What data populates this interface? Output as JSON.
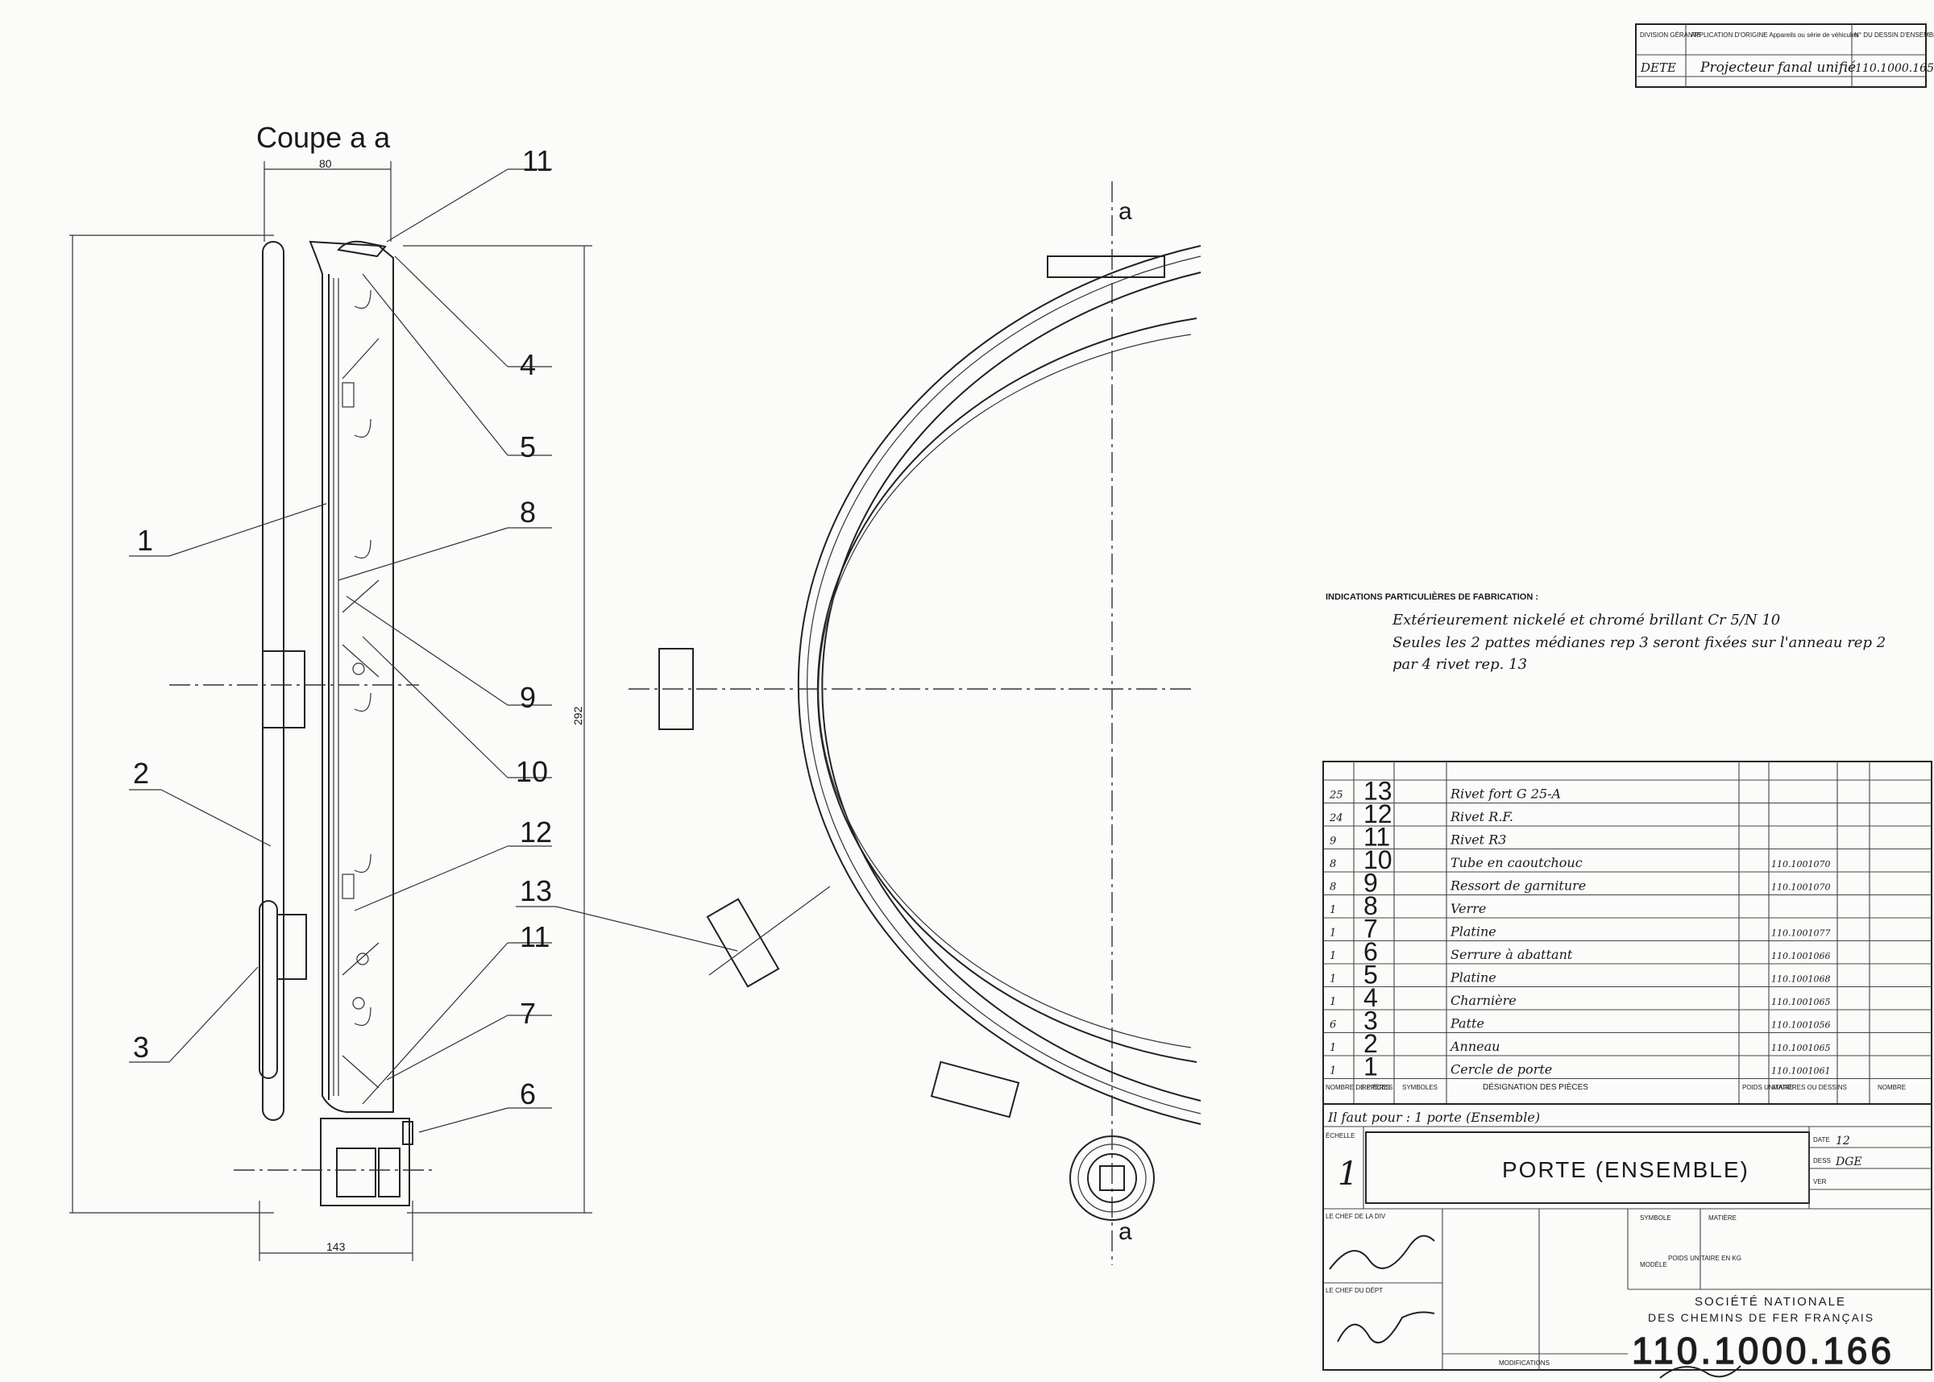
{
  "section": {
    "title": "Coupe a a",
    "dim_top": "80",
    "dim_height": "292",
    "dim_bottom": "143",
    "callouts": [
      "1",
      "2",
      "3",
      "4",
      "5",
      "6",
      "7",
      "8",
      "9",
      "10",
      "11",
      "11",
      "12",
      "13"
    ]
  },
  "front_view": {
    "axis_top": "a",
    "axis_bottom": "a"
  },
  "notes": {
    "heading": "INDICATIONS PARTICULIÈRES DE FABRICATION :",
    "lines": [
      "Extérieurement nickelé et chromé brillant Cr 5/N 10",
      "Seules les 2 pattes médianes rep 3 seront fixées sur l'anneau rep 2",
      "par 4 rivet rep. 13"
    ]
  },
  "title_block_top": {
    "headers": [
      "DIVISION GÉRANTE",
      "APPLICATION D'ORIGINE Appareils ou série de véhicules",
      "N° DU DESSIN D'ENSEMBLE"
    ],
    "values": [
      "DETE",
      "Projecteur fanal unifié",
      "110.1000.165"
    ]
  },
  "parts_list": {
    "rows": [
      {
        "qty": "25",
        "rep": "13",
        "sym": "",
        "designation": "Rivet fort G 25-A",
        "ref": ""
      },
      {
        "qty": "24",
        "rep": "12",
        "sym": "",
        "designation": "Rivet R.F.",
        "ref": ""
      },
      {
        "qty": "9",
        "rep": "11",
        "sym": "",
        "designation": "Rivet R3",
        "ref": ""
      },
      {
        "qty": "8",
        "rep": "10",
        "sym": "",
        "designation": "Tube en caoutchouc",
        "ref": "110.1001070"
      },
      {
        "qty": "8",
        "rep": "9",
        "sym": "",
        "designation": "Ressort de garniture",
        "ref": "110.1001070"
      },
      {
        "qty": "1",
        "rep": "8",
        "sym": "",
        "designation": "Verre",
        "ref": ""
      },
      {
        "qty": "1",
        "rep": "7",
        "sym": "",
        "designation": "Platine",
        "ref": "110.1001077"
      },
      {
        "qty": "1",
        "rep": "6",
        "sym": "",
        "designation": "Serrure à abattant",
        "ref": "110.1001066"
      },
      {
        "qty": "1",
        "rep": "5",
        "sym": "",
        "designation": "Platine",
        "ref": "110.1001068"
      },
      {
        "qty": "1",
        "rep": "4",
        "sym": "",
        "designation": "Charnière",
        "ref": "110.1001065"
      },
      {
        "qty": "6",
        "rep": "3",
        "sym": "",
        "designation": "Patte",
        "ref": "110.1001056"
      },
      {
        "qty": "1",
        "rep": "2",
        "sym": "",
        "designation": "Anneau",
        "ref": "110.1001065"
      },
      {
        "qty": "1",
        "rep": "1",
        "sym": "",
        "designation": "Cercle de porte",
        "ref": "110.1001061"
      }
    ],
    "footer_headers": [
      "NOMBRE DE PIÈCES",
      "REPÈRES",
      "SYMBOLES",
      "DÉSIGNATION DES PIÈCES",
      "POIDS UNITAIRE",
      "MATIÈRES OU DESSINS",
      "",
      "NOMBRE"
    ],
    "quantity_note": "Il faut pour : 1 porte (Ensemble)"
  },
  "title_block": {
    "echelle_label": "ÉCHELLE",
    "echelle_value": "1",
    "title": "PORTE (ENSEMBLE)",
    "date_label": "DATE",
    "date_value": "12",
    "dess_label": "DESS",
    "dess_value": "DGE",
    "ver_label": "VER",
    "symbole_label": "SYMBOLE",
    "matiere_label": "MATIÈRE",
    "modele_label": "MODÈLE",
    "poids_label": "POIDS UNITAIRE EN KG",
    "chef_div_label": "LE CHEF DE LA DIV",
    "chef_dep_label": "LE CHEF DU DÉPT",
    "modifications_label": "MODIFICATIONS",
    "company_line1": "SOCIÉTÉ NATIONALE",
    "company_line2": "DES CHEMINS DE FER FRANÇAIS",
    "drawing_number": "110.1000.166"
  },
  "colors": {
    "ink": "#1a1a1a",
    "paper": "#fbfbfa"
  }
}
